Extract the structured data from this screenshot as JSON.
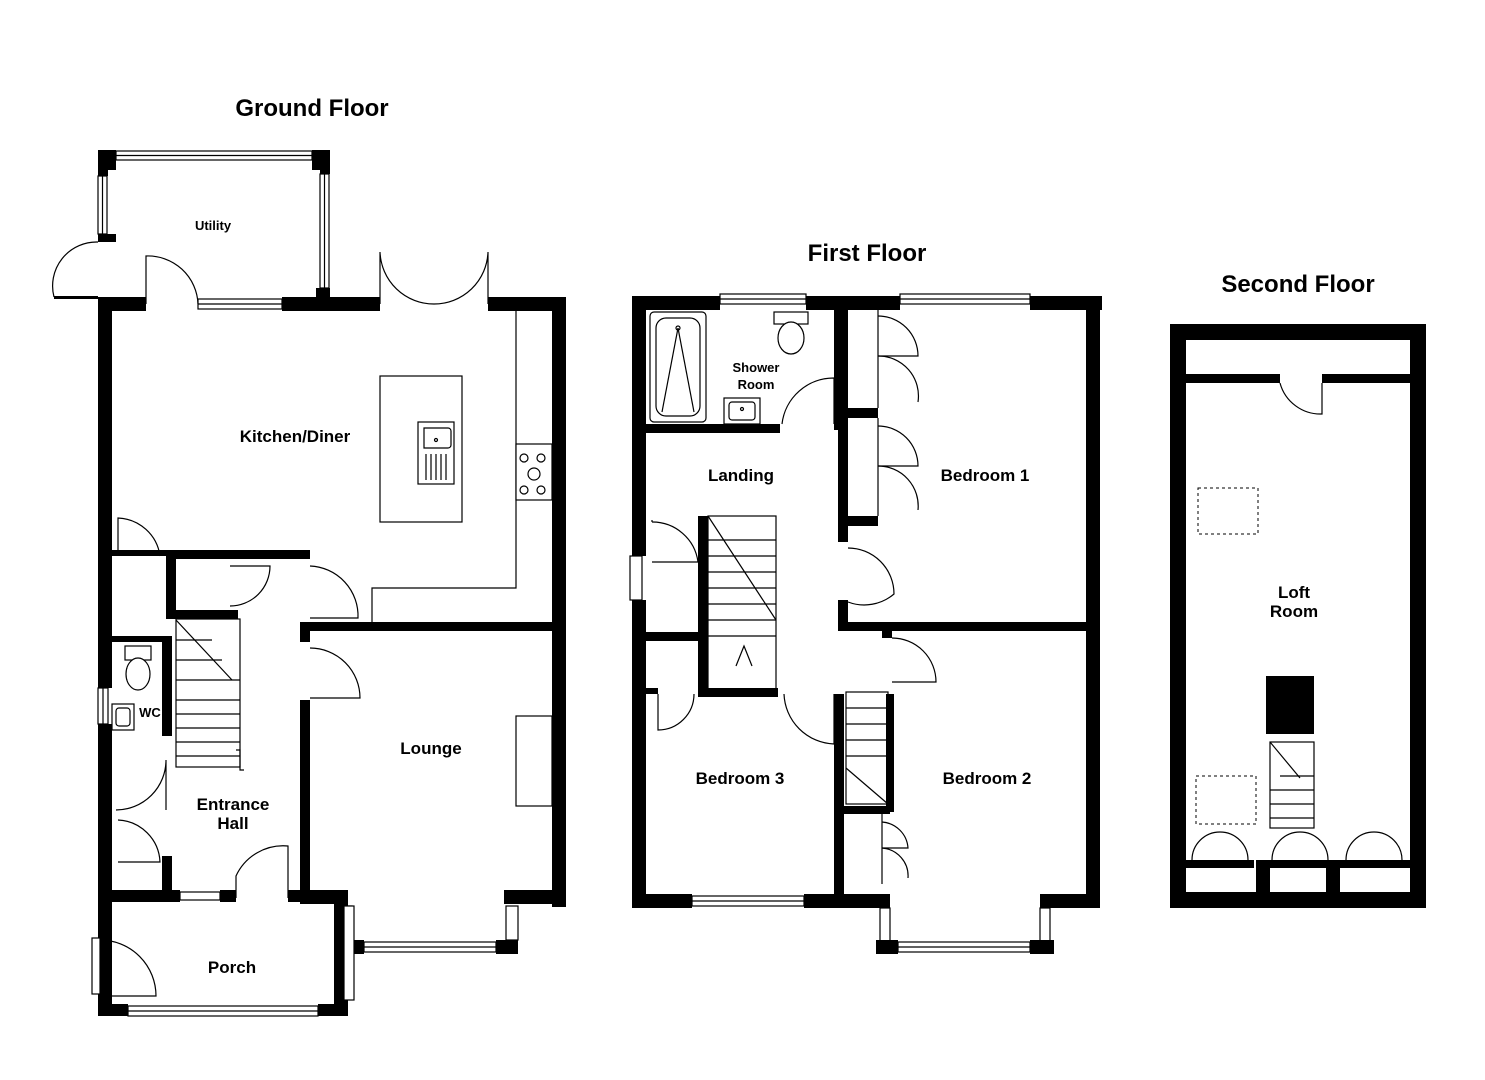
{
  "floors": {
    "ground": {
      "title": "Ground Floor",
      "rooms": {
        "utility": "Utility",
        "kitchen": "Kitchen/Diner",
        "wc": "WC",
        "lounge": "Lounge",
        "entrance_line1": "Entrance",
        "entrance_line2": "Hall",
        "porch": "Porch"
      }
    },
    "first": {
      "title": "First Floor",
      "rooms": {
        "shower_line1": "Shower",
        "shower_line2": "Room",
        "landing": "Landing",
        "bedroom1": "Bedroom 1",
        "bedroom2": "Bedroom 2",
        "bedroom3": "Bedroom 3"
      }
    },
    "second": {
      "title": "Second Floor",
      "rooms": {
        "loft_line1": "Loft",
        "loft_line2": "Room"
      }
    }
  }
}
